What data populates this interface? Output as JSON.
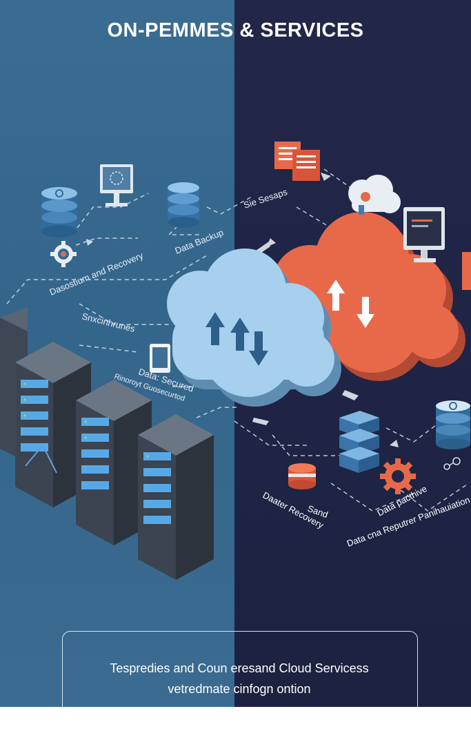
{
  "title": "ON-PEMMES & SERVICES",
  "labels": {
    "site_sesaps": "Sie Sesaps",
    "data_backup": "Data Backup",
    "disaster_recovery_left": "Dasostium and Recovery",
    "synchronization": "Snxcinhrunes",
    "data_secured": "Data: Secured",
    "data_sub": "Rinoroyt Guosecurtod",
    "disaster_recovery": "Daater Recovery",
    "sand": "Sand",
    "data_pipeline": "Data pacthive",
    "data_compliance": "Data cna Reputrer Panihauiation"
  },
  "caption": {
    "line1": "Tespredies and Coun eresand Cloud Servicess",
    "line2": "vetredmate cinfogn ontion"
  },
  "colors": {
    "left_bg": "#3a6c92",
    "right_bg": "#222749",
    "cloud_blue": "#9ec9e8",
    "cloud_orange": "#e66a4a"
  }
}
